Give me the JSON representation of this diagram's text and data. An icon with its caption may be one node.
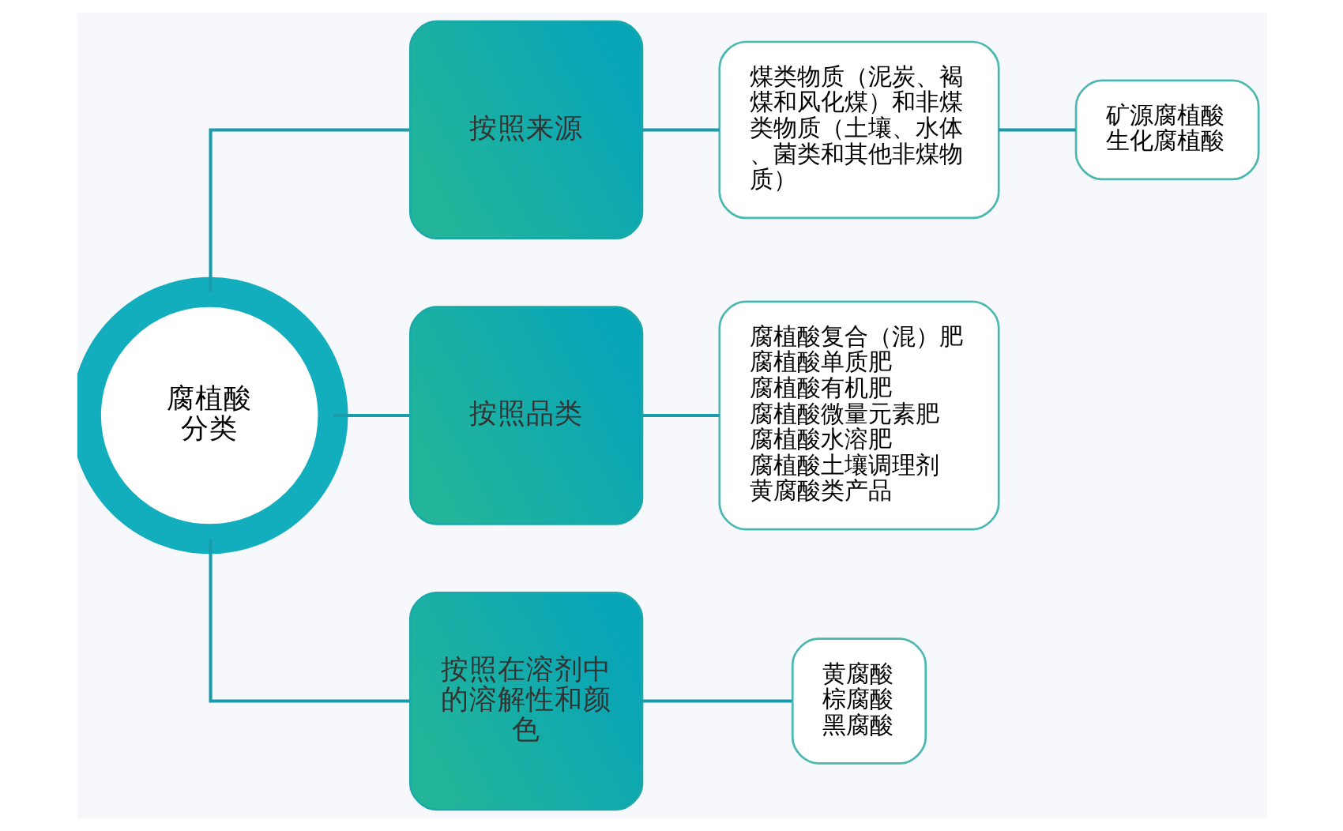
{
  "diagram": {
    "nodes": [
      {
        "text": [
          "腐植酸分类"
        ]
      },
      {
        "text": [
          "按照来源"
        ]
      },
      {
        "text": [
          "按照品类"
        ]
      },
      {
        "text": [
          "按照在溶剂中的溶解性和颜色"
        ]
      },
      {
        "text": [
          "煤类物质（泥炭、褐煤和风化煤）和非煤类物质（土壤、水体、菌类和其他非煤物质）"
        ]
      },
      {
        "text": [
          "矿源腐植酸",
          "生化腐植酸"
        ]
      },
      {
        "text": [
          "腐植酸复合（混）肥",
          "腐植酸单质肥",
          "腐植酸有机肥",
          "腐植酸微量元素肥",
          "腐植酸水溶肥",
          "腐植酸土壤调理剂",
          "黄腐酸类产品"
        ]
      },
      {
        "text": [
          "黄腐酸",
          "棕腐酸",
          "黑腐酸"
        ]
      }
    ],
    "edges": [
      {
        "from": 0,
        "to": 1,
        "arrow": "none"
      },
      {
        "from": 0,
        "to": 2,
        "arrow": "none"
      },
      {
        "from": 0,
        "to": 3,
        "arrow": "none"
      },
      {
        "from": 1,
        "to": 4,
        "arrow": "none"
      },
      {
        "from": 4,
        "to": 5,
        "arrow": "none"
      },
      {
        "from": 2,
        "to": 6,
        "arrow": "none"
      },
      {
        "from": 3,
        "to": 7,
        "arrow": "none"
      }
    ]
  }
}
